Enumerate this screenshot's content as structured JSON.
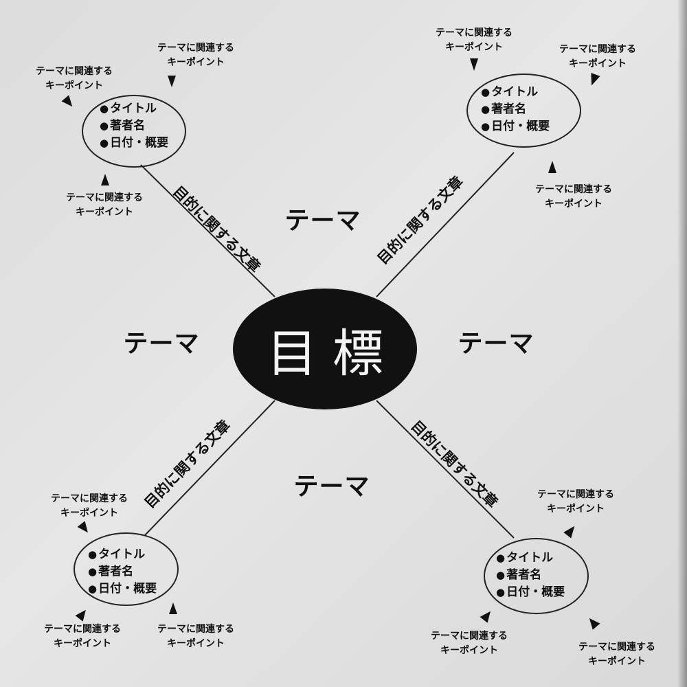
{
  "goal": "目標",
  "themes": {
    "top": "テーマ",
    "left": "テーマ",
    "right": "テーマ",
    "bottom": "テーマ"
  },
  "branch_label": "目的に関する文章",
  "node_items": {
    "bullet": "●",
    "title": "タイトル",
    "author": "著者名",
    "date": "日付・概要"
  },
  "keypoint": {
    "line1": "テーマに関連する",
    "line2": "キーポイント"
  }
}
